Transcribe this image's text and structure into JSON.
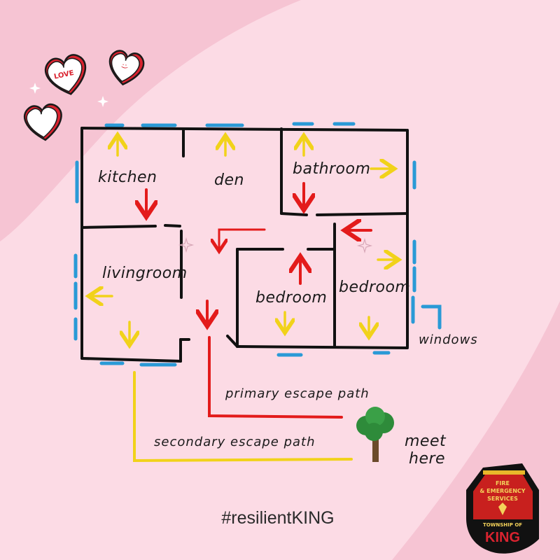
{
  "colors": {
    "background_light": "#fcdbe5",
    "background_dark": "#f6c4d3",
    "wall": "#111111",
    "window": "#2a9ad6",
    "primary_path": "#e31b1b",
    "secondary_path": "#f1d21a",
    "heart_red": "#d9232f"
  },
  "rooms": {
    "kitchen": "kitchen",
    "den": "den",
    "bathroom": "bathroom",
    "livingroom": "livingroom",
    "bedroom_center": "bedroom",
    "bedroom_right": "bedroom"
  },
  "legend": {
    "windows": "windows",
    "primary": "primary escape path",
    "secondary": "secondary escape path",
    "meet_line1": "meet",
    "meet_line2": "here"
  },
  "hearts": {
    "love_text": "LOVE",
    "smile_text": ":)"
  },
  "hashtag": "#resilientKING",
  "badge": {
    "line1": "FIRE",
    "line2": "& EMERGENCY",
    "line3": "SERVICES",
    "township": "TOWNSHIP OF",
    "name": "KING"
  }
}
